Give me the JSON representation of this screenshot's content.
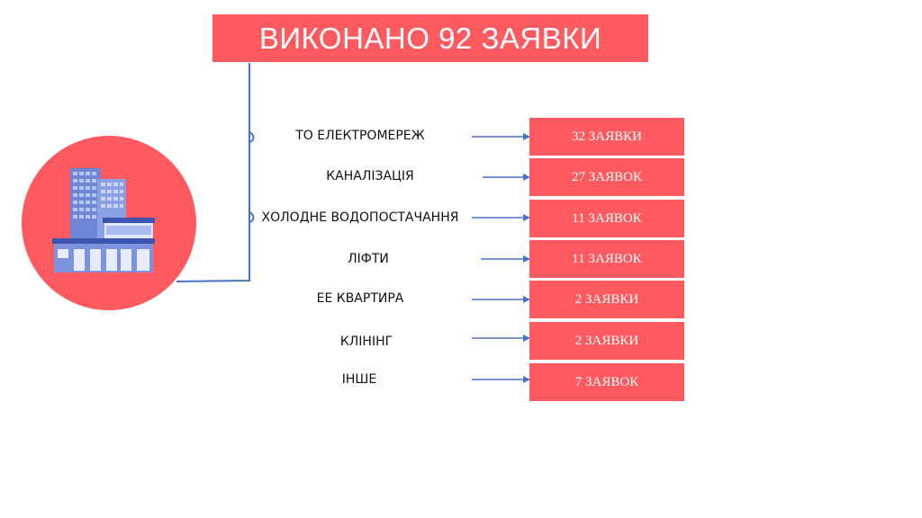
{
  "title": "ВИКОНАНО 92 ЗАЯВКИ",
  "colors": {
    "accent": "#ff5a5f",
    "arrow": "#4a72c4",
    "text": "#111111"
  },
  "icons": {
    "building": "building-icon"
  },
  "categories": [
    {
      "label": "ТО ЕЛЕКТРОМЕРЕЖ",
      "count": "32 ЗАЯВКИ"
    },
    {
      "label": "КАНАЛІЗАЦІЯ",
      "count": "27 ЗАЯВОК"
    },
    {
      "label": "ХОЛОДНЕ ВОДОПОСТАЧАННЯ",
      "count": "11 ЗАЯВОК"
    },
    {
      "label": "ЛІФТИ",
      "count": "11 ЗАЯВОК"
    },
    {
      "label": "ЕЕ КВАРТИРА",
      "count": "2 ЗАЯВКИ"
    },
    {
      "label": "КЛІНІНГ",
      "count": "2 ЗАЯВКИ"
    },
    {
      "label": "ІНШЕ",
      "count": "7 ЗАЯВОК"
    }
  ]
}
